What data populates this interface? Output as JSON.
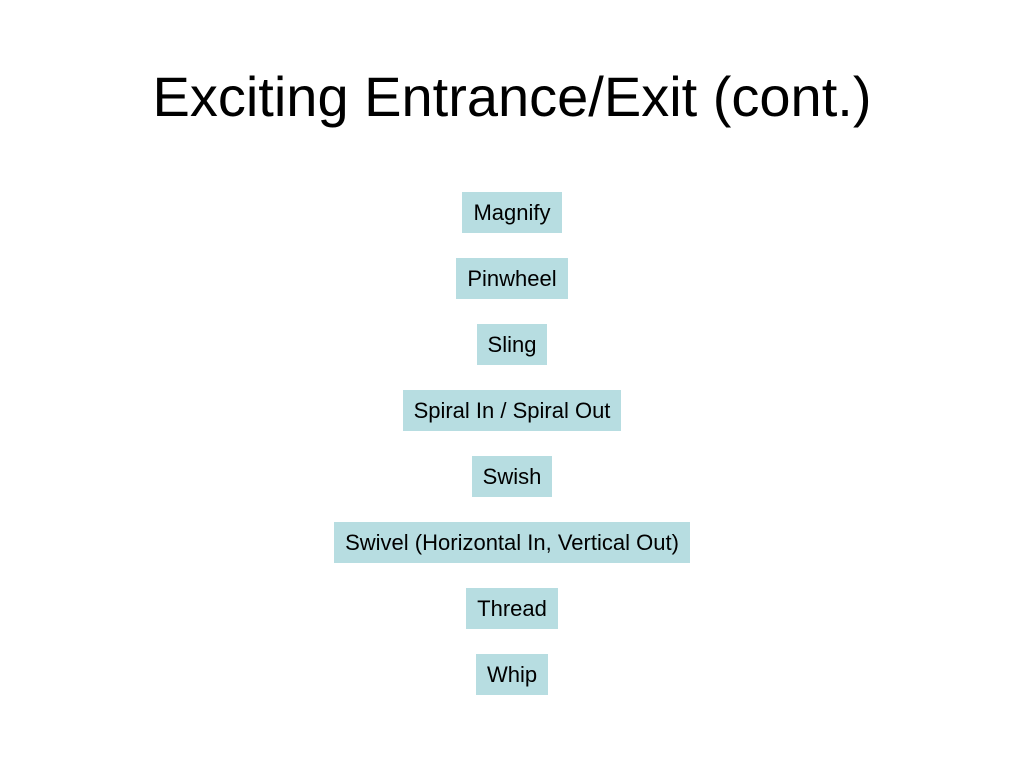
{
  "slide": {
    "title": "Exciting Entrance/Exit (cont.)",
    "effects": [
      "Magnify",
      "Pinwheel",
      "Sling",
      "Spiral In / Spiral Out",
      "Swish",
      "Swivel (Horizontal In, Vertical Out)",
      "Thread",
      "Whip"
    ]
  },
  "colors": {
    "background": "#ffffff",
    "label_fill": "#b7dde1",
    "text": "#000000"
  }
}
